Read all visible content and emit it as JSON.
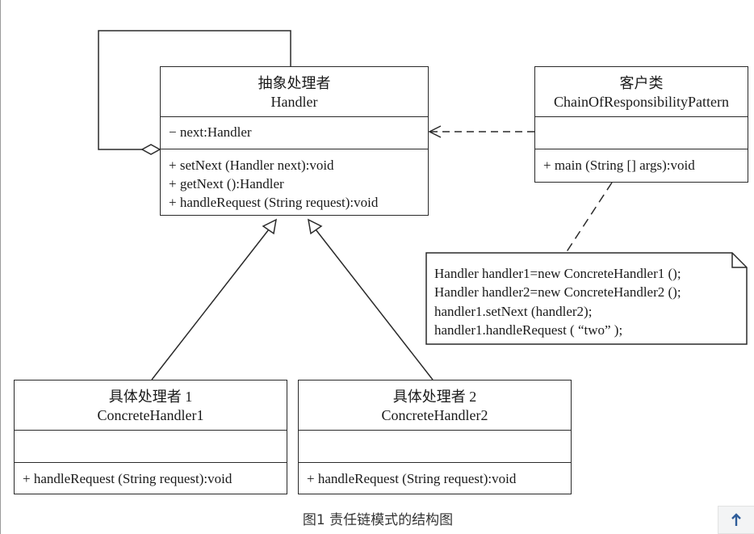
{
  "handler": {
    "title_cn": "抽象处理者",
    "title_en": "Handler",
    "attributes": [
      "− next:Handler"
    ],
    "operations": [
      "+ setNext (Handler next):void",
      "+ getNext ():Handler",
      "+ handleRequest (String request):void"
    ]
  },
  "client": {
    "title_cn": "客户类",
    "title_en": "ChainOfResponsibilityPattern",
    "attributes": [],
    "operations": [
      "+ main (String [] args):void"
    ]
  },
  "concrete1": {
    "title_cn": "具体处理者 1",
    "title_en": "ConcreteHandler1",
    "attributes": [],
    "operations": [
      "+ handleRequest (String request):void"
    ]
  },
  "concrete2": {
    "title_cn": "具体处理者 2",
    "title_en": "ConcreteHandler2",
    "attributes": [],
    "operations": [
      "+ handleRequest (String request):void"
    ]
  },
  "note": {
    "lines": [
      "Handler handler1=new ConcreteHandler1 ();",
      "Handler handler2=new ConcreteHandler2 ();",
      "handler1.setNext (handler2);",
      "handler1.handleRequest ( “two” );"
    ]
  },
  "caption": "图1 责任链模式的结构图",
  "back_to_top": {
    "icon": "arrow-up-icon",
    "glyph": "↑"
  }
}
